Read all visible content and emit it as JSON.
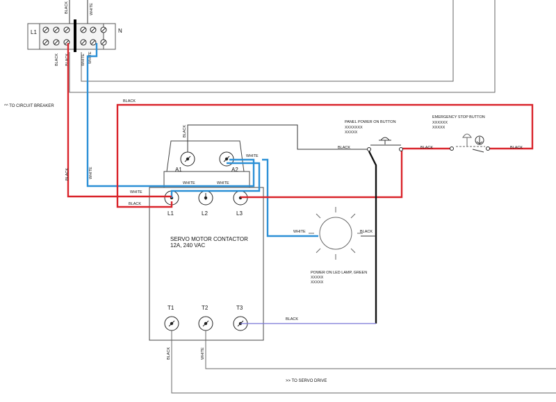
{
  "colors": {
    "black_wire": "#111111",
    "white_wire": "#2a8fd6",
    "hot_wire": "#d9232a",
    "signal_wire": "#7a78d8"
  },
  "terminal_block": {
    "left_label": "L1",
    "right_label": "N",
    "top_black": "BLACK",
    "top_white": "WHITE",
    "bottom_black_1": "BLACK",
    "bottom_black_2": "BLACK",
    "bottom_white_1": "WHITE",
    "bottom_white_2": "WHITE"
  },
  "notes": {
    "circuit_breaker": "^^ TO CIRCUIT BREAKER",
    "servo_drive": ">> TO SERVO DRIVE"
  },
  "wire_labels": {
    "black_top_loop": "BLACK",
    "black_left_vertical": "BLACK",
    "white_left_vertical": "WHITE",
    "white_a1_bar": "WHITE",
    "white_a2_bar": "WHITE",
    "white_a2": "WHITE",
    "white_l1": "WHITE",
    "black_l1": "BLACK",
    "black_a1_lead": "BLACK",
    "black_button_left": "BLACK",
    "black_estop_mid": "BLACK",
    "black_estop_right": "BLACK",
    "white_lamp": "WHITE",
    "black_lamp": "BLACK",
    "black_t3": "BLACK",
    "black_t1": "BLACK",
    "white_t2": "WHITE"
  },
  "contactor": {
    "title": "SERVO MOTOR CONTACTOR",
    "rating": "12A, 240 VAC",
    "coil_terminals": [
      "A1",
      "A2"
    ],
    "line_terminals": [
      "L1",
      "L2",
      "L3"
    ],
    "load_terminals": [
      "T1",
      "T2",
      "T3"
    ]
  },
  "panel_power_button": {
    "title": "PANEL POWER ON BUTTON",
    "line1": "XXXXXXX",
    "line2": "XXXXX"
  },
  "emergency_stop": {
    "title": "EMERGENCY STOP BUTTON",
    "line1": "XXXXXX",
    "line2": "XXXXX"
  },
  "led_lamp": {
    "title": "POWER ON LED LAMP, GREEN",
    "line1": "XXXXX",
    "line2": "XXXXX"
  }
}
